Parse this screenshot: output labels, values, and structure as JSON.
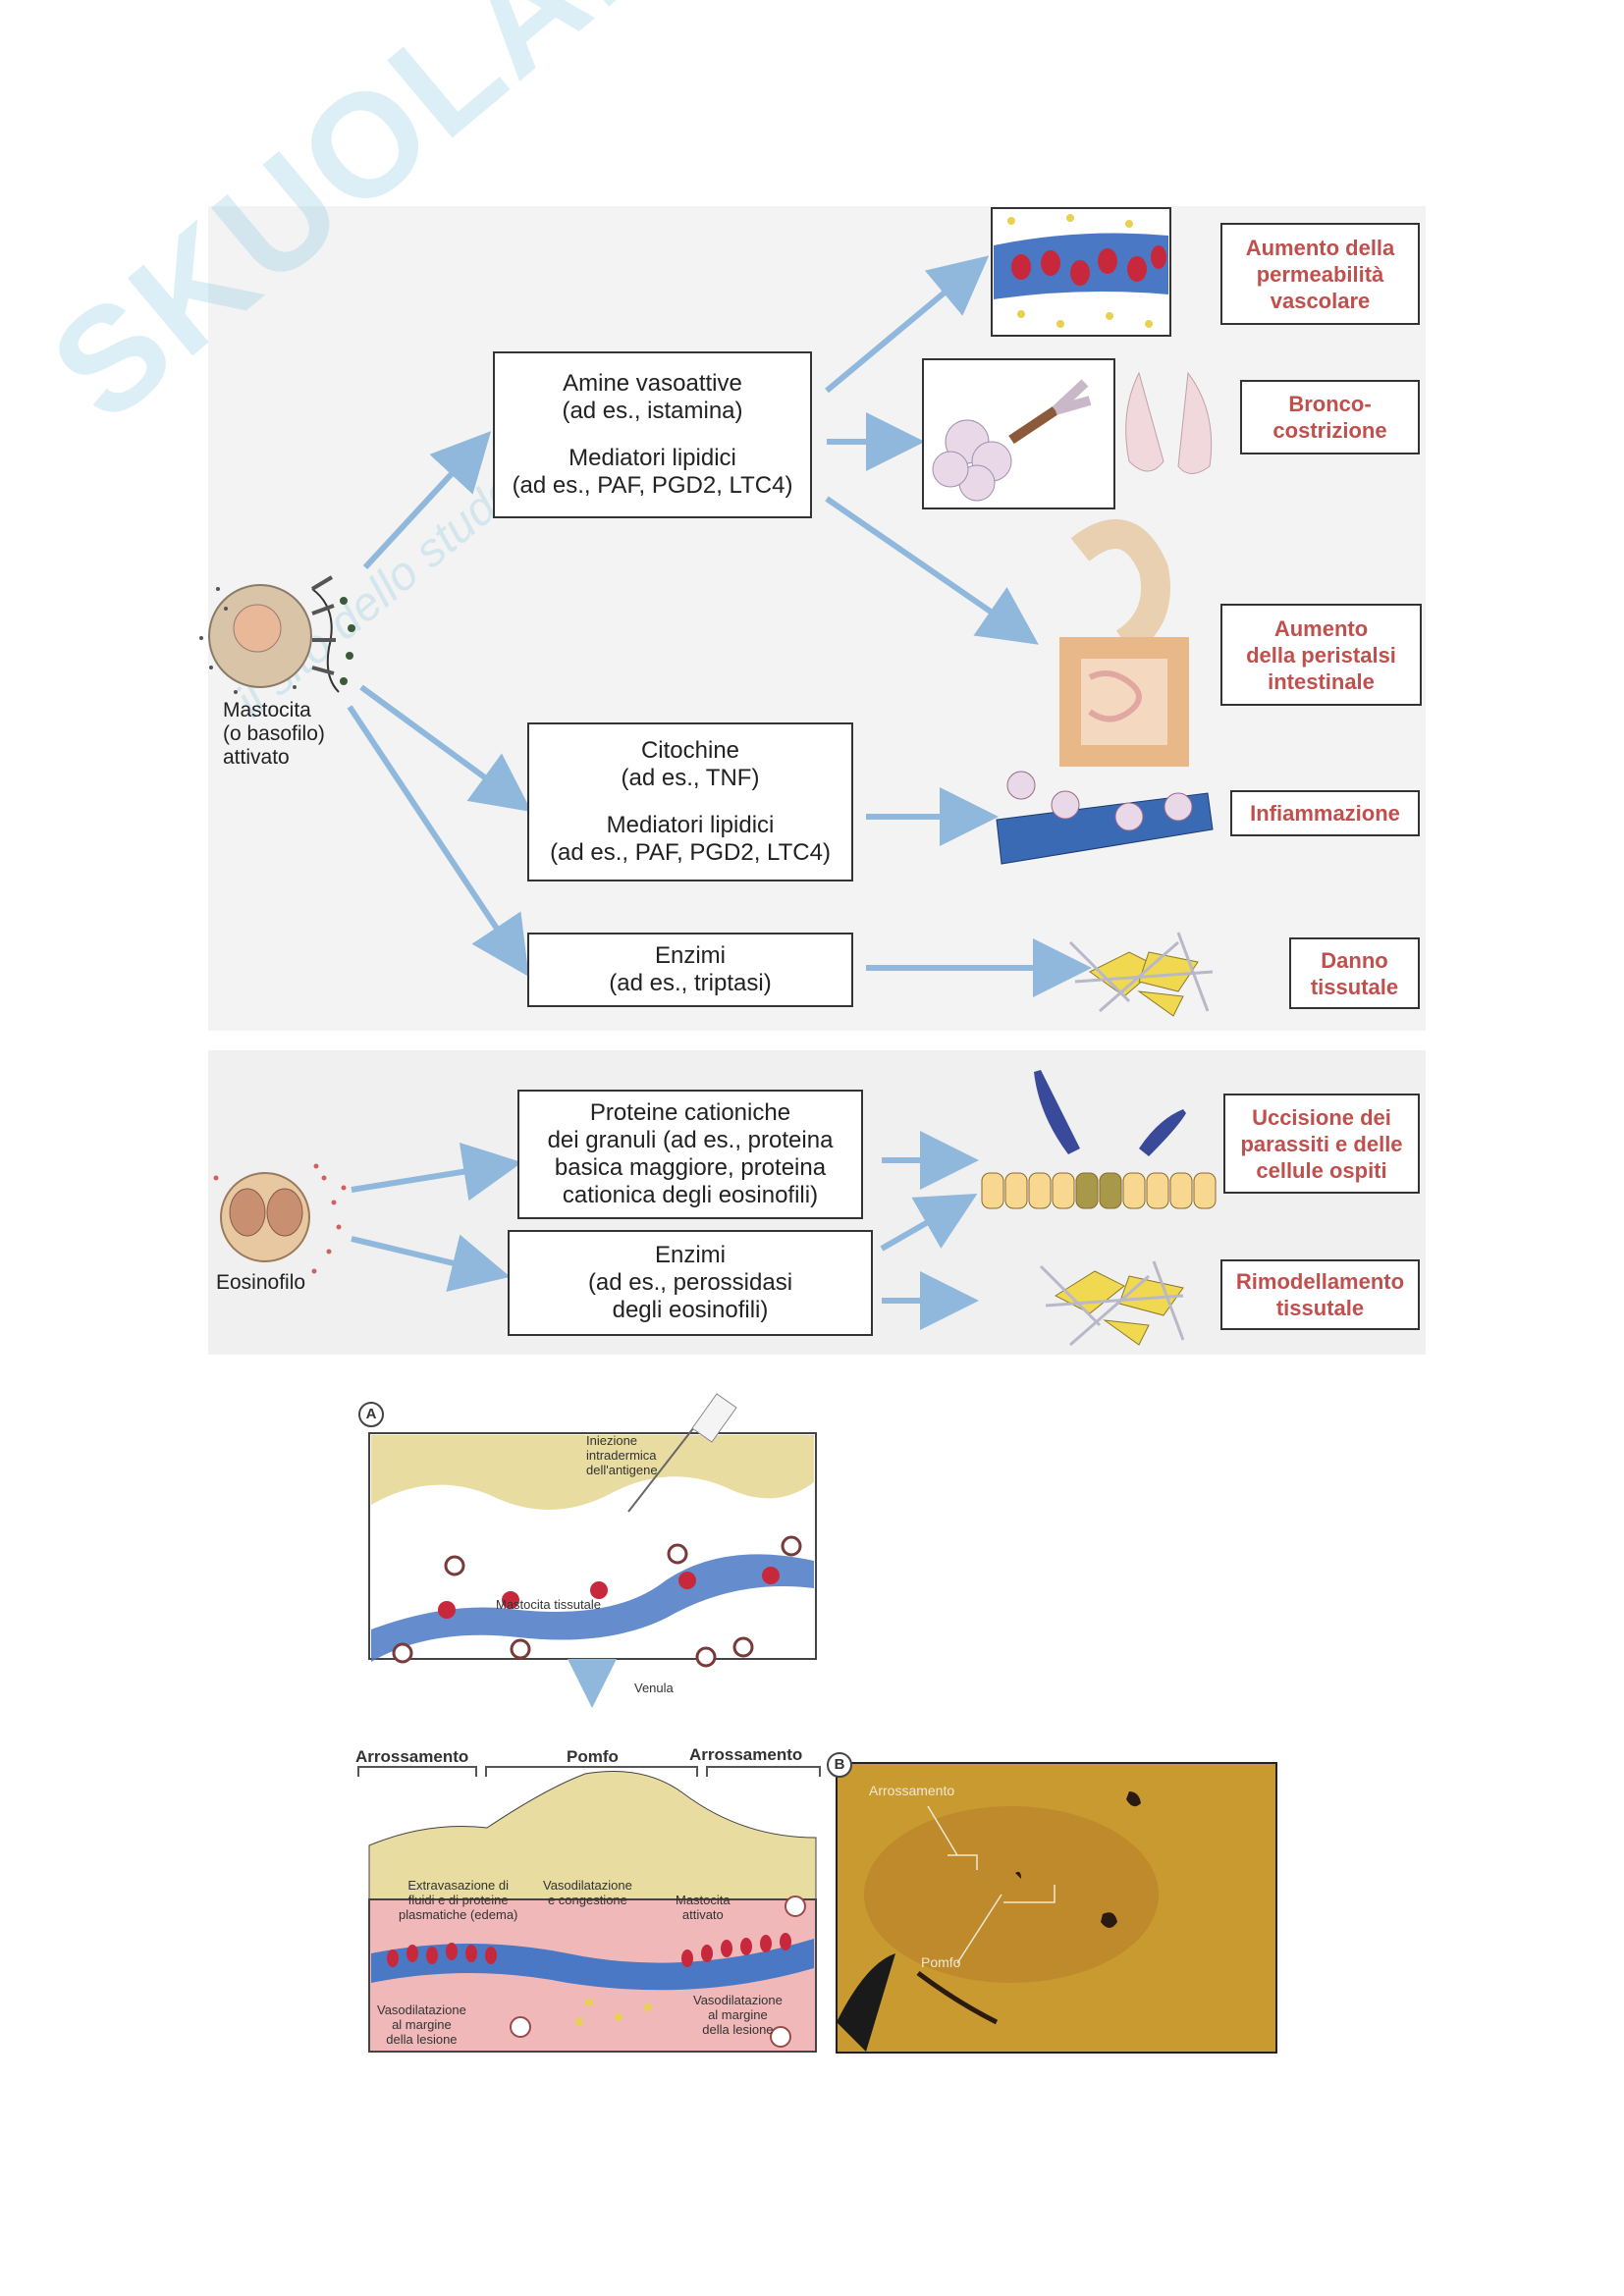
{
  "watermark": {
    "brand": "SKUOLA.net",
    "tagline": "il sito dello studente"
  },
  "mast_cell_label": [
    "Mastocita",
    "(o basofilo)",
    "attivato"
  ],
  "eosinophil_label": "Eosinofilo",
  "mediator_boxes": {
    "amines": {
      "line1": "Amine vasoattive",
      "line2": "(ad es., istamina)",
      "line3": "Mediatori lipidici",
      "line4": "(ad es., PAF, PGD2, LTC4)"
    },
    "cytokines": {
      "line1": "Citochine",
      "line2": "(ad es., TNF)",
      "line3": "Mediatori lipidici",
      "line4": "(ad es., PAF, PGD2, LTC4)"
    },
    "enzymes_mast": {
      "line1": "Enzimi",
      "line2": "(ad es., triptasi)"
    },
    "cationic_proteins": {
      "line1": "Proteine cationiche",
      "line2": "dei granuli (ad es., proteina",
      "line3": "basica maggiore, proteina",
      "line4": "cationica degli eosinofili)"
    },
    "enzymes_eos": {
      "line1": "Enzimi",
      "line2": "(ad es., perossidasi",
      "line3": "degli eosinofili)"
    }
  },
  "effects": {
    "permeability": [
      "Aumento della",
      "permeabilità",
      "vascolare"
    ],
    "broncho": [
      "Bronco-",
      "costrizione"
    ],
    "peristalsis": [
      "Aumento",
      "della peristalsi",
      "intestinale"
    ],
    "inflammation": [
      "Infiammazione"
    ],
    "tissue_damage": [
      "Danno",
      "tissutale"
    ],
    "parasite_kill": [
      "Uccisione dei",
      "parassiti e delle",
      "cellule ospiti"
    ],
    "remodeling": [
      "Rimodellamento",
      "tissutale"
    ]
  },
  "panel_a": {
    "marker": "A",
    "injection": [
      "Iniezione",
      "intradermica",
      "dell'antigene"
    ],
    "tissue_mast": "Mastocita tissutale",
    "venule": "Venula",
    "redness_left": "Arrossamento",
    "wheal": "Pomfo",
    "redness_right": "Arrossamento",
    "extravasation": [
      "Extravasazione di",
      "fluidi e di proteine",
      "plasmatiche (edema)"
    ],
    "vasodilation": [
      "Vasodilatazione",
      "e congestione"
    ],
    "activated_mast": [
      "Mastocita",
      "attivato"
    ],
    "margin_left": [
      "Vasodilatazione",
      "al margine",
      "della lesione"
    ],
    "margin_right": [
      "Vasodilatazione",
      "al margine",
      "della lesione"
    ]
  },
  "panel_b": {
    "marker": "B",
    "redness": "Arrossamento",
    "wheal": "Pomfo"
  },
  "colors": {
    "arrow": "#8fb8dc",
    "effect_text": "#c0504d",
    "vessel": "#4a78c4",
    "rbc": "#c8283c",
    "skin": "#e8dca0",
    "photo": "#c89a30"
  }
}
